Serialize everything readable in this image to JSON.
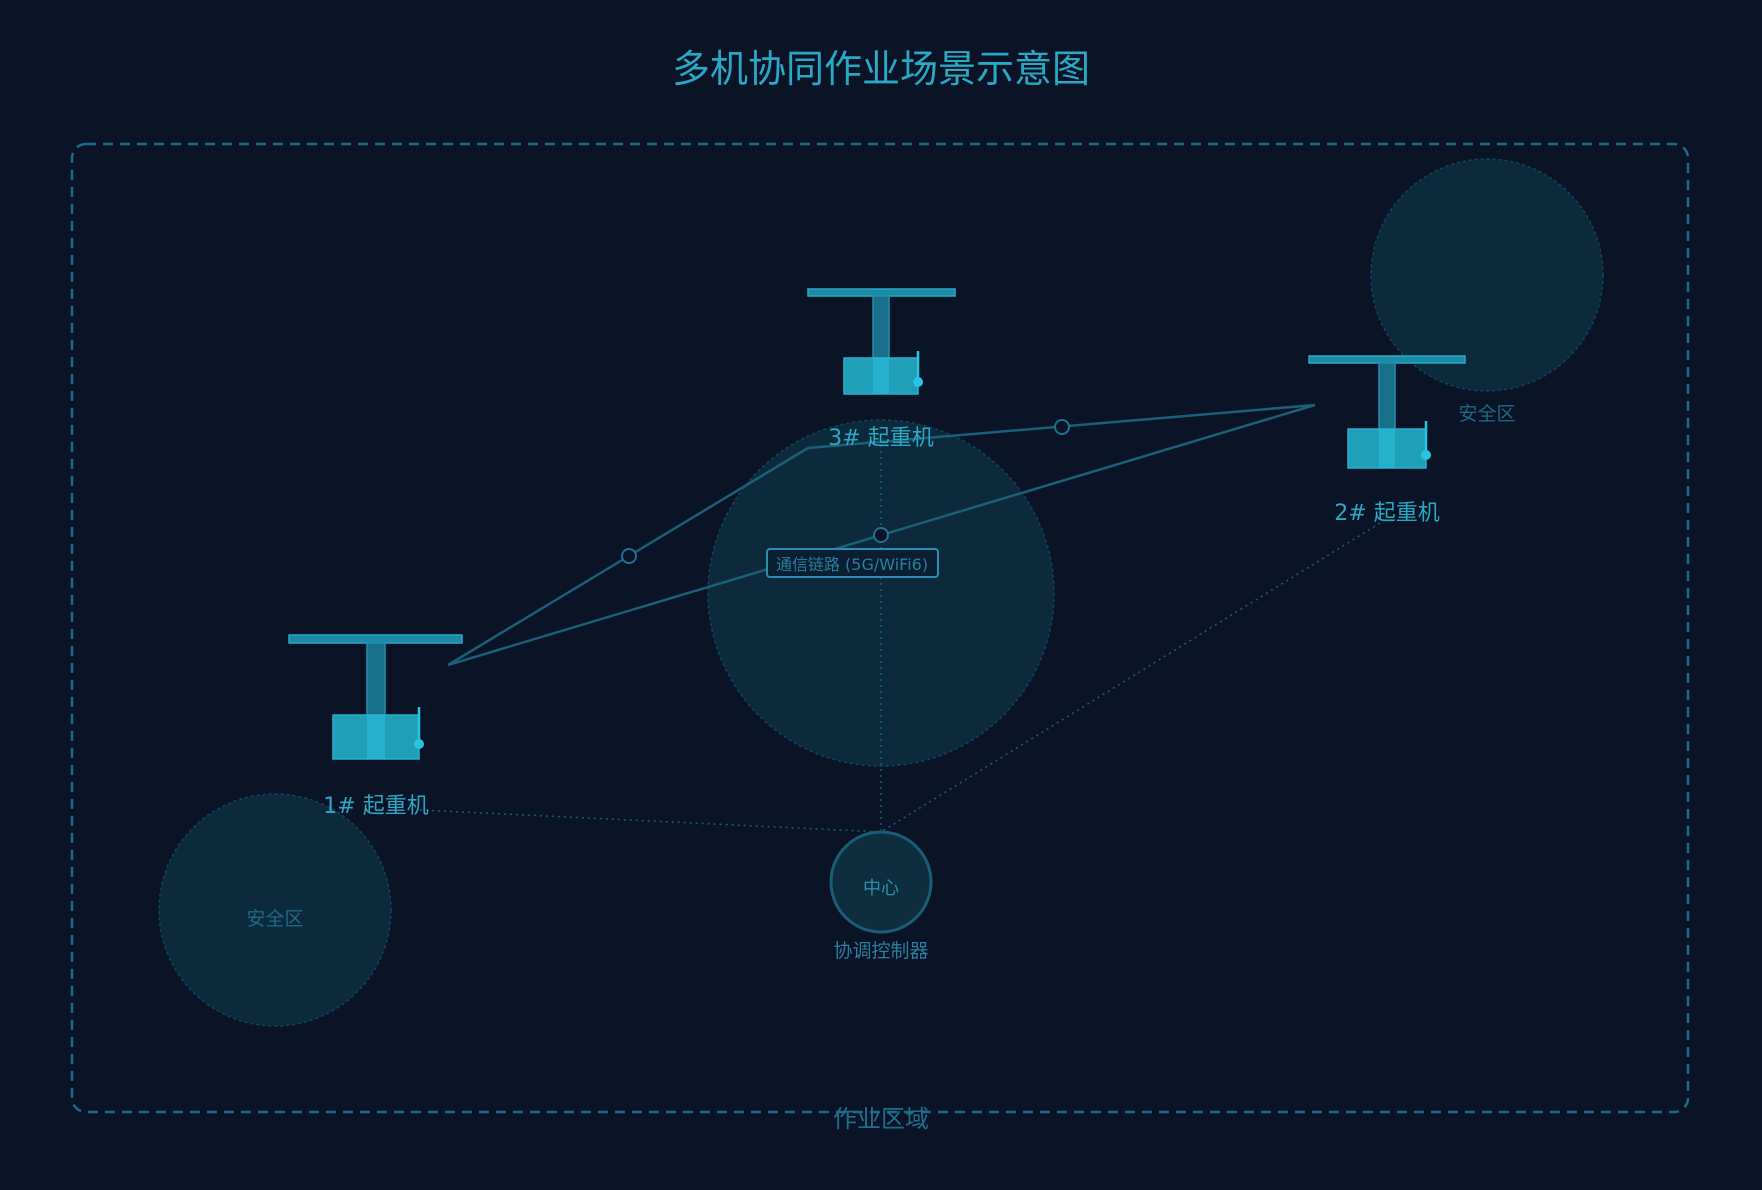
{
  "title": "多机协同作业场景示意图",
  "work_area": {
    "label": "作业区域"
  },
  "cranes": [
    {
      "id": "crane-1",
      "label": "1# 起重机"
    },
    {
      "id": "crane-2",
      "label": "2# 起重机"
    },
    {
      "id": "crane-3",
      "label": "3# 起重机"
    }
  ],
  "safe_zones": [
    {
      "id": "safe-zone-left",
      "label": "安全区"
    },
    {
      "id": "safe-zone-right",
      "label": "安全区"
    }
  ],
  "controller": {
    "center_label": "中心",
    "caption": "协调控制器"
  },
  "comm_link": {
    "label": "通信链路 (5G/WiFi6)"
  },
  "colors": {
    "background": "#0a1426",
    "accent": "#2aa8c4",
    "crane_fill": "#1f9fb8",
    "zone_fill": "#0d2a3c",
    "link_line": "#1c5f78"
  }
}
